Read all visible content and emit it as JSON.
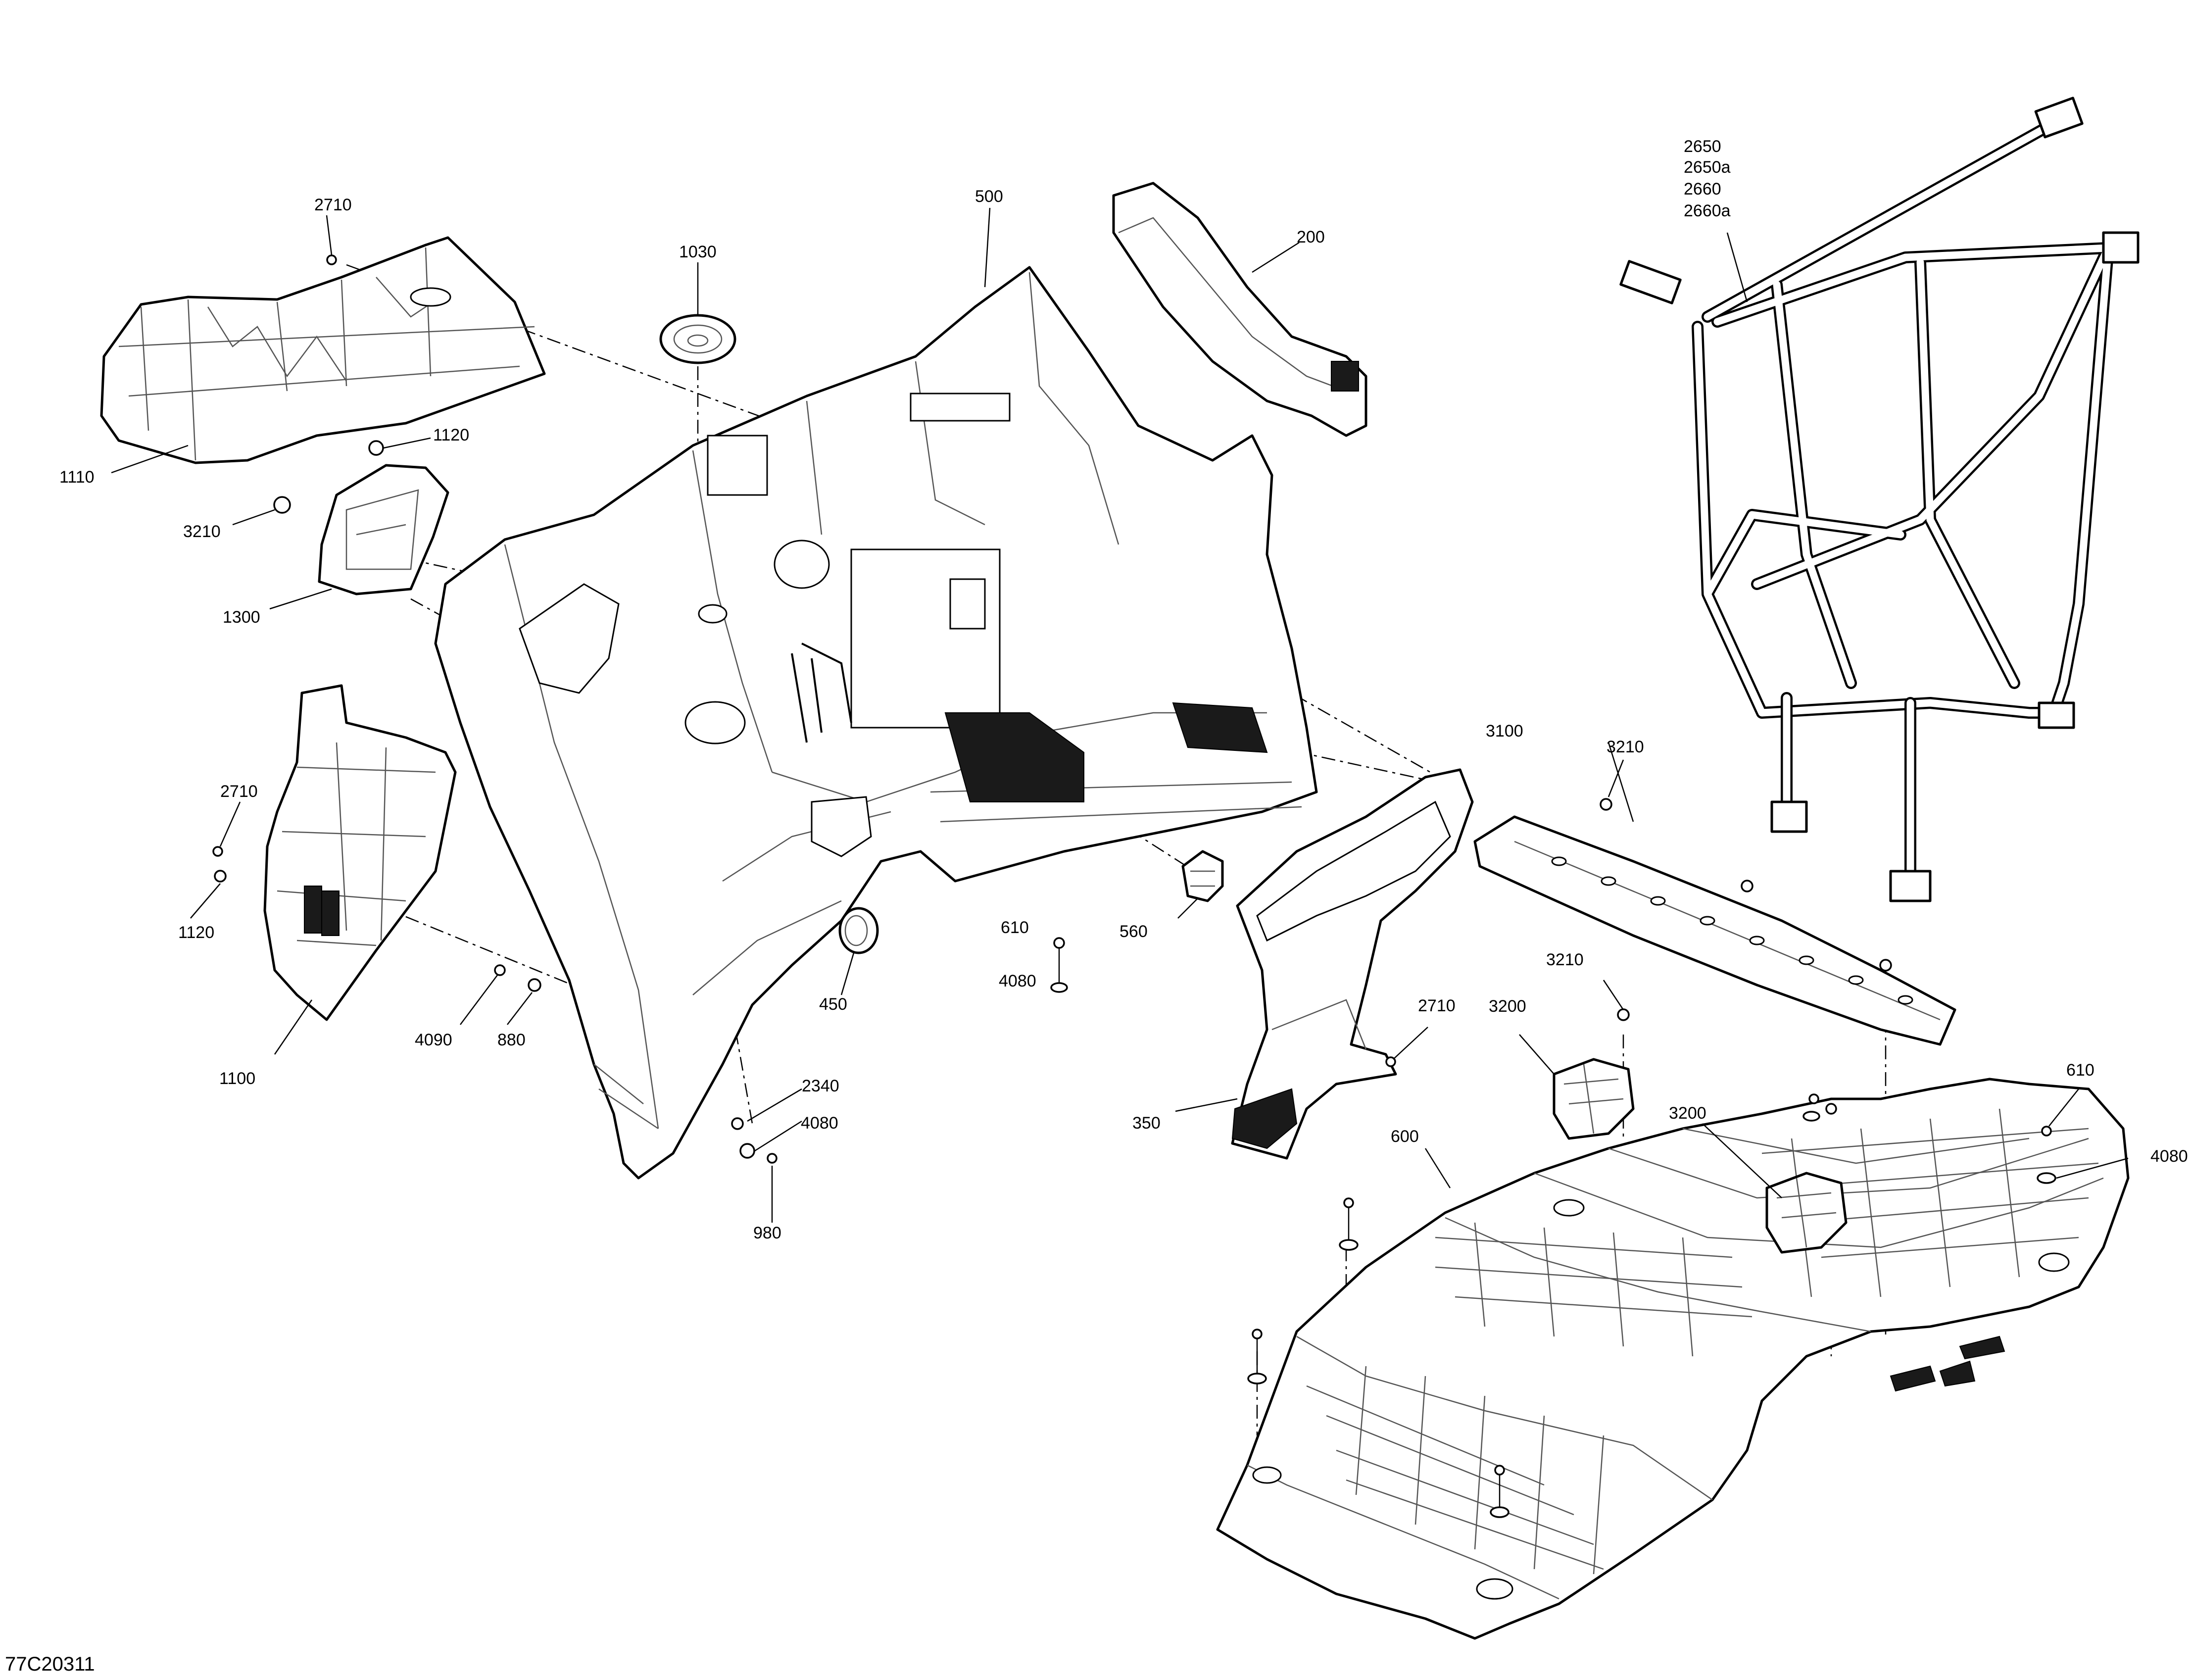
{
  "drawing_code": "77C20311",
  "callouts": {
    "c2710_a": "2710",
    "c1120_a": "1120",
    "c1110": "1110",
    "c3210_a": "3210",
    "c1300": "1300",
    "c2710_b": "2710",
    "c1120_b": "1120",
    "c1100": "1100",
    "c4090": "4090",
    "c880": "880",
    "c1030": "1030",
    "c500": "500",
    "c200": "200",
    "c450": "450",
    "c2340": "2340",
    "c4080_a": "4080",
    "c980": "980",
    "c610_a": "610",
    "c4080_b": "4080",
    "c560": "560",
    "c2650": "2650",
    "c2650a": "2650a",
    "c2660": "2660",
    "c2660a": "2660a",
    "c3100": "3100",
    "c3210_b": "3210",
    "c3210_c": "3210",
    "c3200_a": "3200",
    "c3200_b": "3200",
    "c2710_c": "2710",
    "c350": "350",
    "c600": "600",
    "c610_b": "610",
    "c4080_c": "4080"
  }
}
